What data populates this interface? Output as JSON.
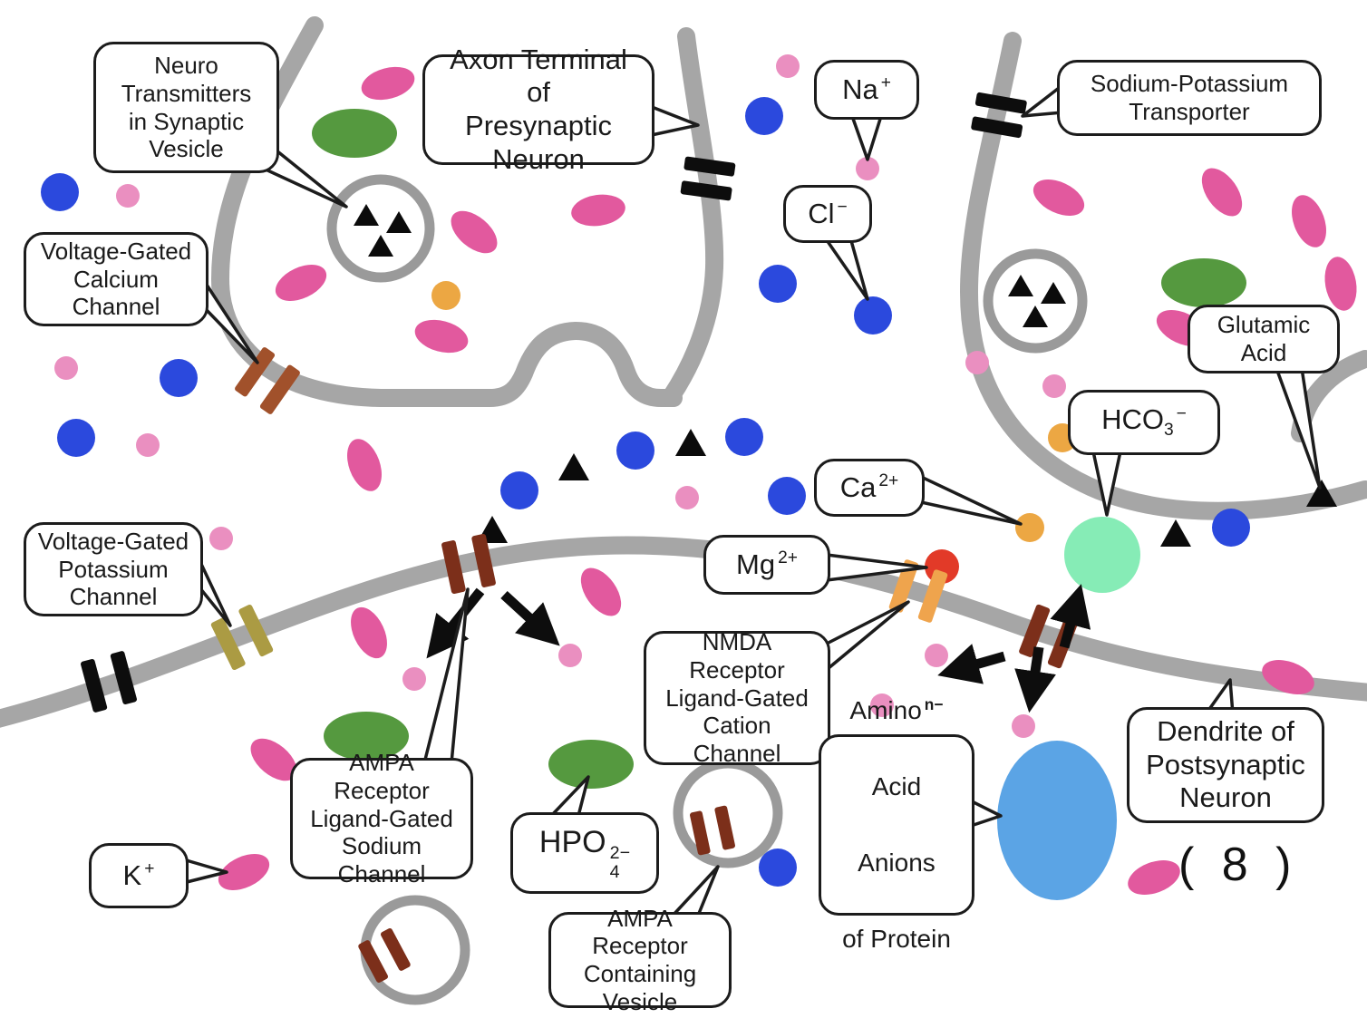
{
  "figure": {
    "number": "( 8 )"
  },
  "callouts": {
    "neurotransmitters": {
      "text": "Neuro\nTransmitters\nin Synaptic\nVesicle"
    },
    "axon_terminal": {
      "text": "Axon Terminal of\nPresynaptic\nNeuron"
    },
    "sodium_potassium_transporter": {
      "text": "Sodium-Potassium\nTransporter"
    },
    "voltage_gated_calcium_channel": {
      "text": "Voltage-Gated\nCalcium\nChannel"
    },
    "glutamic_acid": {
      "text": "Glutamic\nAcid"
    },
    "voltage_gated_potassium_channel": {
      "text": "Voltage-Gated\nPotassium\nChannel"
    },
    "nmda_receptor": {
      "text": "NMDA Receptor\nLigand-Gated\nCation\nChannel"
    },
    "ampa_receptor": {
      "text": "AMPA Receptor\nLigand-Gated\nSodium\nChannel"
    },
    "ampa_vesicle": {
      "text": "AMPA Receptor\nContaining\nVesicle"
    },
    "dendrite": {
      "text": "Dendrite of\nPostsynaptic\nNeuron"
    }
  },
  "ion_labels": {
    "na": {
      "base": "Na",
      "sup": "+"
    },
    "cl": {
      "base": "Cl",
      "sup": "−"
    },
    "hco3": {
      "base": "HCO",
      "sub": "3",
      "sup": "−"
    },
    "ca": {
      "base": "Ca",
      "sup": "2+"
    },
    "mg": {
      "base": "Mg",
      "sup": "2+"
    },
    "hpo4": {
      "base": "HPO",
      "sup": "2−",
      "sub": "4"
    },
    "k": {
      "base": "K",
      "sup": "+"
    },
    "amino": {
      "line1": "Amino",
      "sup": "n−",
      "line2": "Acid",
      "line3": "Anions",
      "line4": "of Protein"
    }
  },
  "colors": {
    "membrane": "#a6a6a6",
    "ink": "#1c1c1c",
    "pink-ellipse": "#e2599e",
    "pink-circle": "#ea8fc0",
    "blue": "#2b49dd",
    "green": "#55993f",
    "orange": "#eca743",
    "red": "#e23a28",
    "mint": "#86ecb6",
    "protein-blue": "#5ba4e5",
    "brown": "#a1512b",
    "maroon": "#7c2f1a",
    "olive": "#ab9b43",
    "channel-orange": "#efa44d"
  }
}
